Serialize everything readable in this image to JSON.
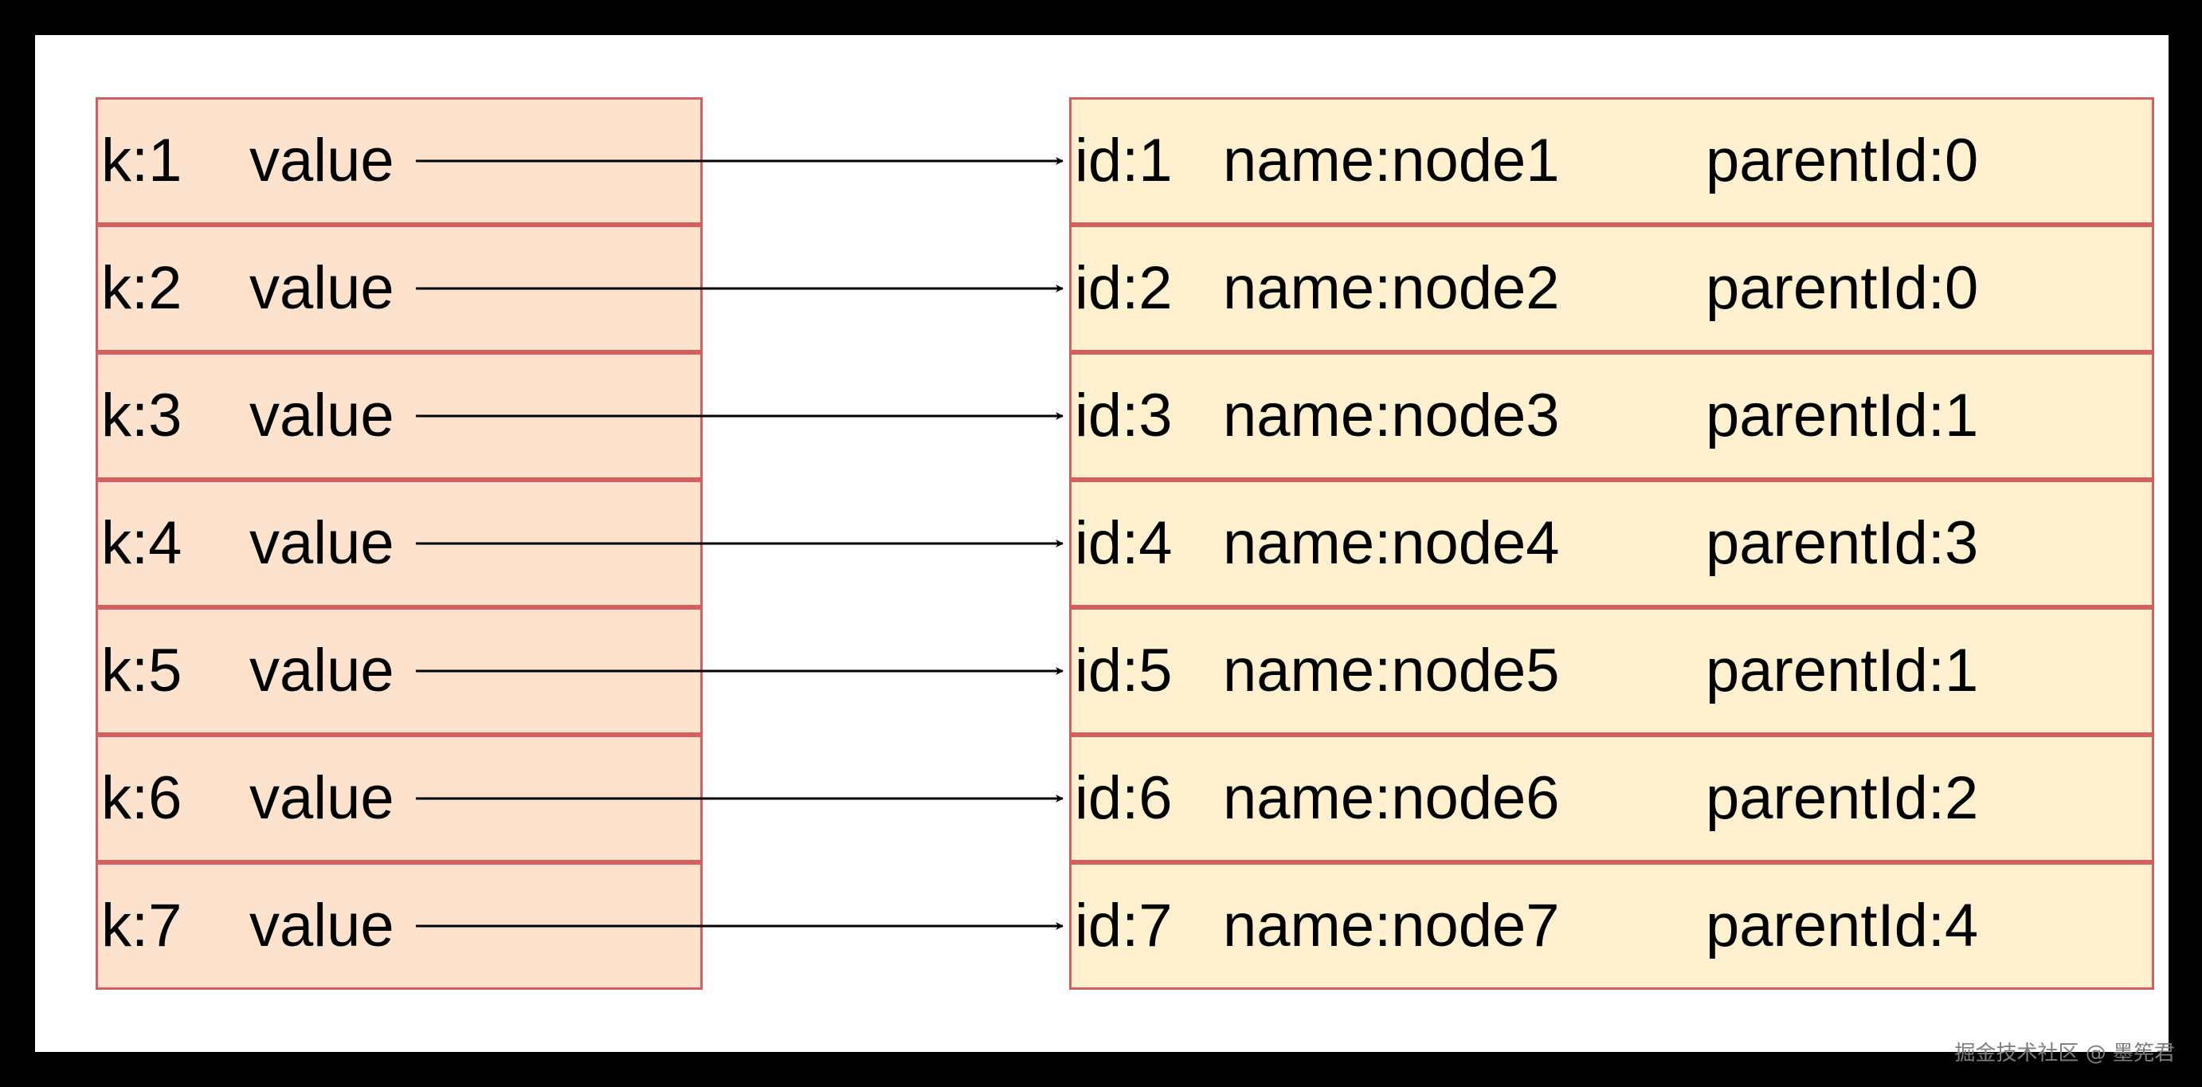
{
  "left_rows": [
    {
      "key": "k:1",
      "value": "value"
    },
    {
      "key": "k:2",
      "value": "value"
    },
    {
      "key": "k:3",
      "value": "value"
    },
    {
      "key": "k:4",
      "value": "value"
    },
    {
      "key": "k:5",
      "value": "value"
    },
    {
      "key": "k:6",
      "value": "value"
    },
    {
      "key": "k:7",
      "value": "value"
    }
  ],
  "right_rows": [
    {
      "id": "id:1",
      "name": "name:node1",
      "parent": "parentId:0"
    },
    {
      "id": "id:2",
      "name": "name:node2",
      "parent": "parentId:0"
    },
    {
      "id": "id:3",
      "name": "name:node3",
      "parent": "parentId:1"
    },
    {
      "id": "id:4",
      "name": "name:node4",
      "parent": "parentId:3"
    },
    {
      "id": "id:5",
      "name": "name:node5",
      "parent": "parentId:1"
    },
    {
      "id": "id:6",
      "name": "name:node6",
      "parent": "parentId:2"
    },
    {
      "id": "id:7",
      "name": "name:node7",
      "parent": "parentId:4"
    }
  ],
  "watermark": "掘金技术社区 @ 墨筅君",
  "colors": {
    "left_fill": "#fde3cd",
    "right_fill": "#fff1cf",
    "border": "#d45f5f",
    "arrow": "#000000"
  }
}
